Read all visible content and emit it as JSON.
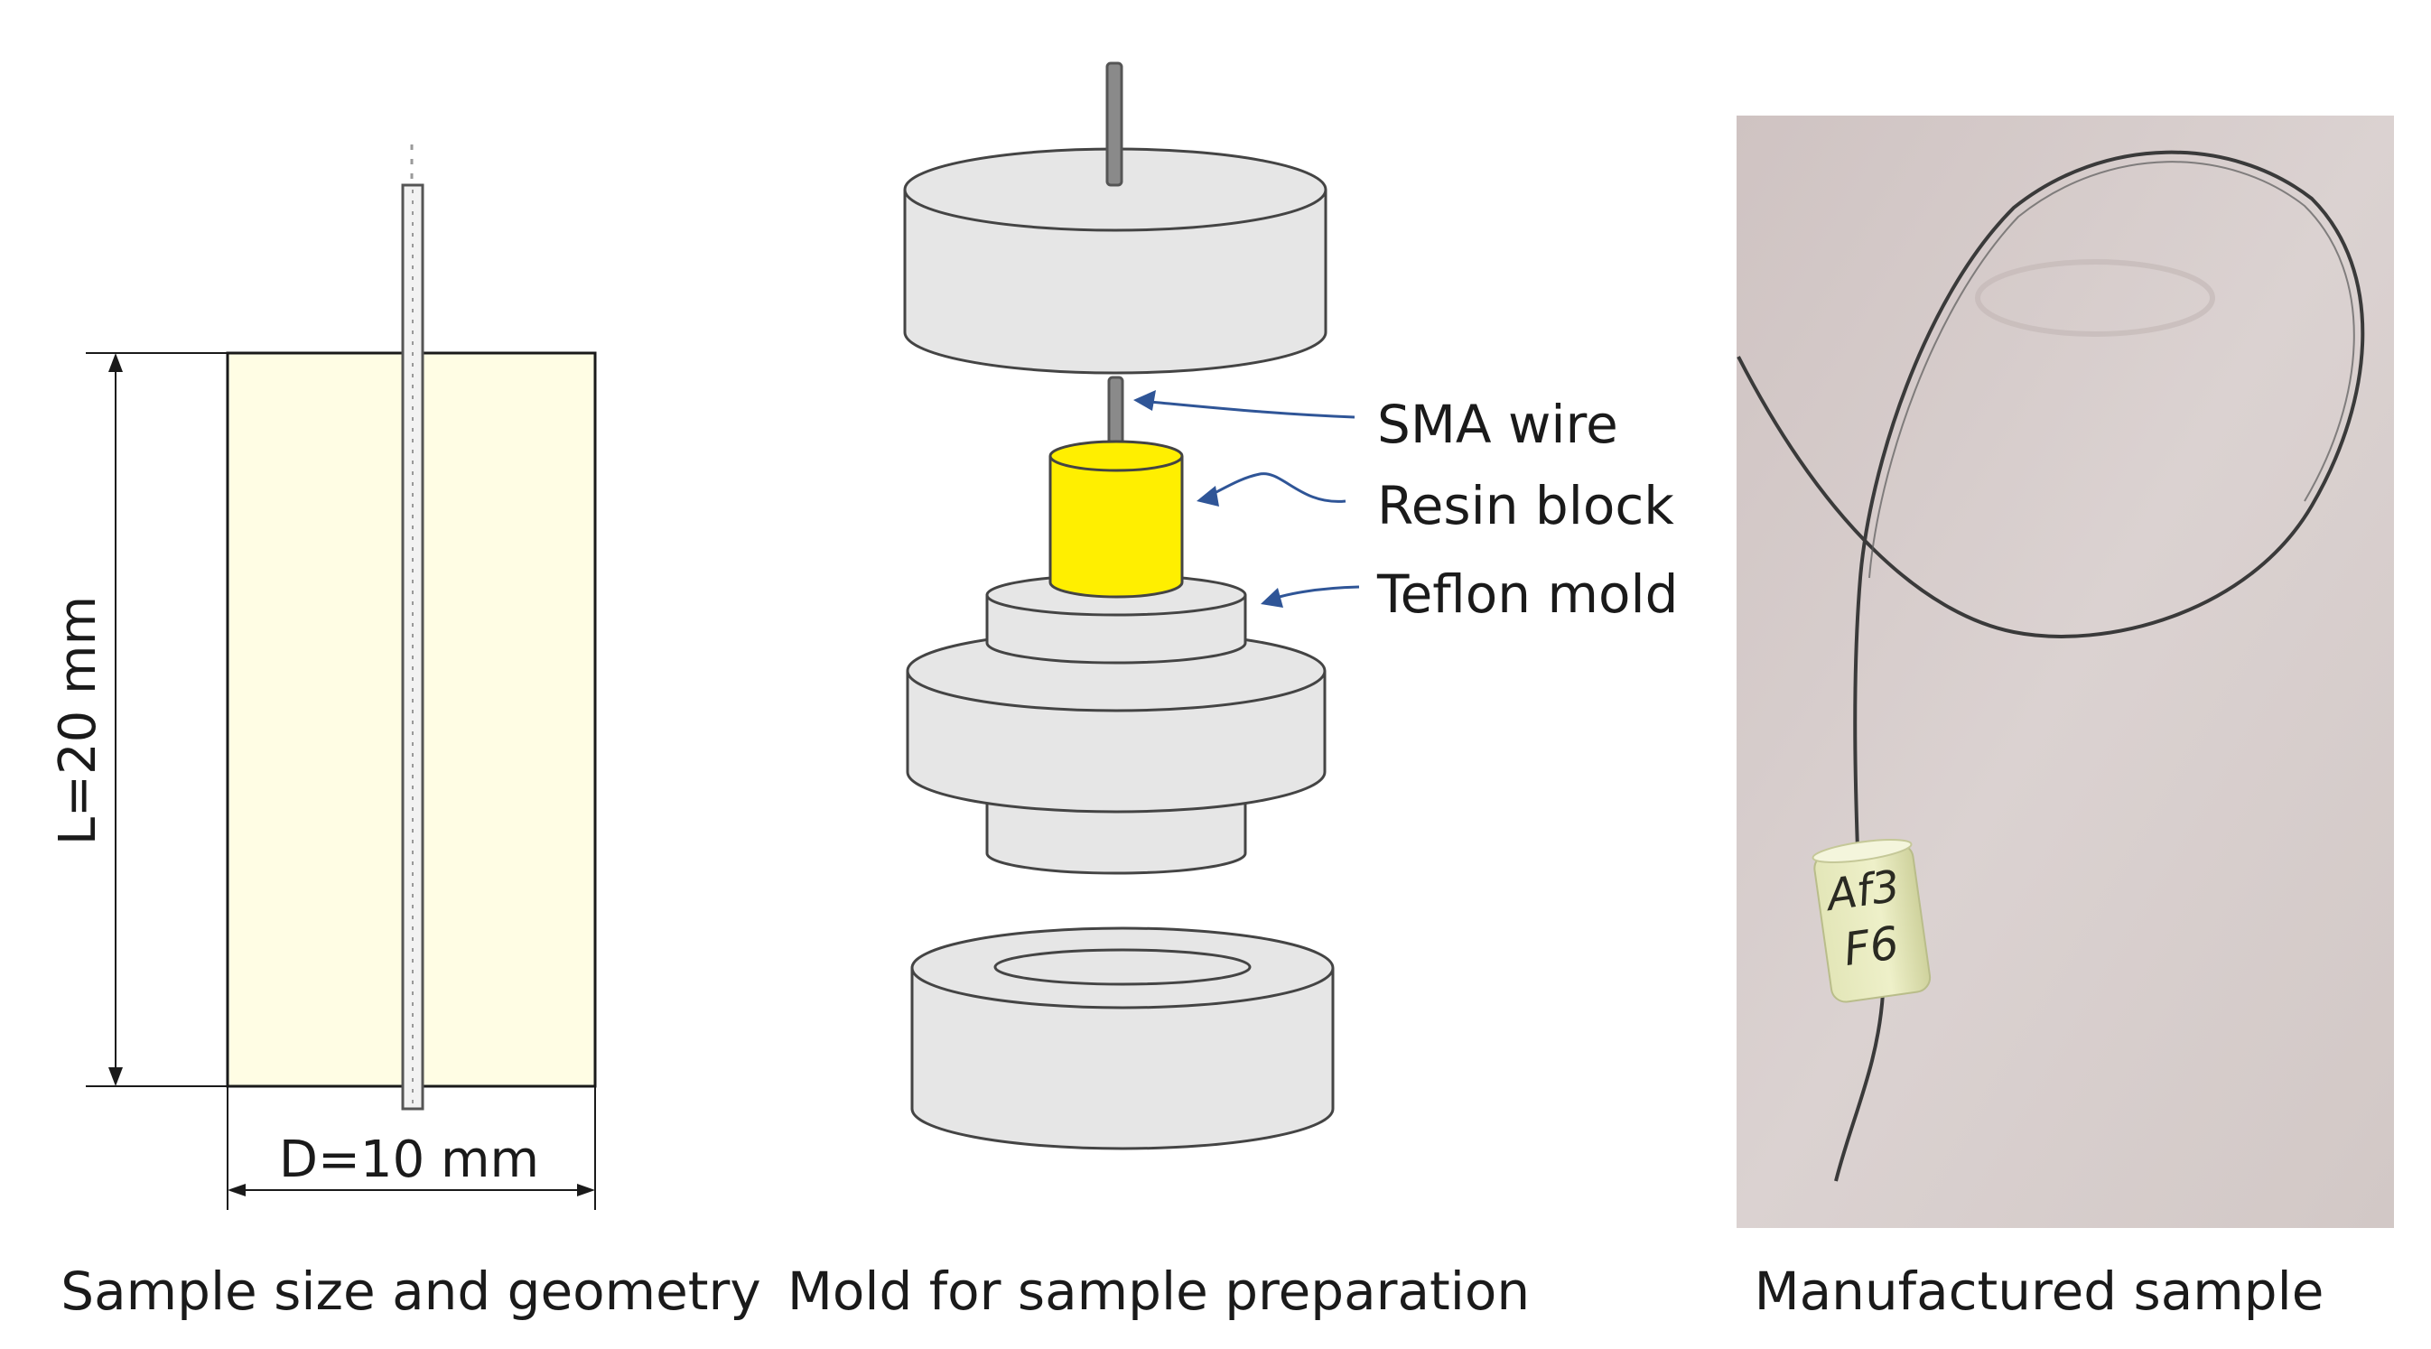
{
  "panels": {
    "sample_geometry": {
      "caption": "Sample size and geometry",
      "length_label": "L=20 mm",
      "diameter_label": "D=10 mm"
    },
    "mold": {
      "caption": "Mold for sample preparation",
      "labels": {
        "sma_wire": "SMA wire",
        "resin_block": "Resin block",
        "teflon_mold": "Teflon mold"
      }
    },
    "photo": {
      "caption": "Manufactured sample",
      "sample_marking_line1": "Af3",
      "sample_marking_line2": "F6"
    }
  },
  "colors": {
    "resin_fill": "#fffde4",
    "resin_block_yellow": "#ffef00",
    "mold_gray": "#e6e6e6",
    "arrow_blue": "#2f5597",
    "photo_background": "#d4c9c7"
  }
}
